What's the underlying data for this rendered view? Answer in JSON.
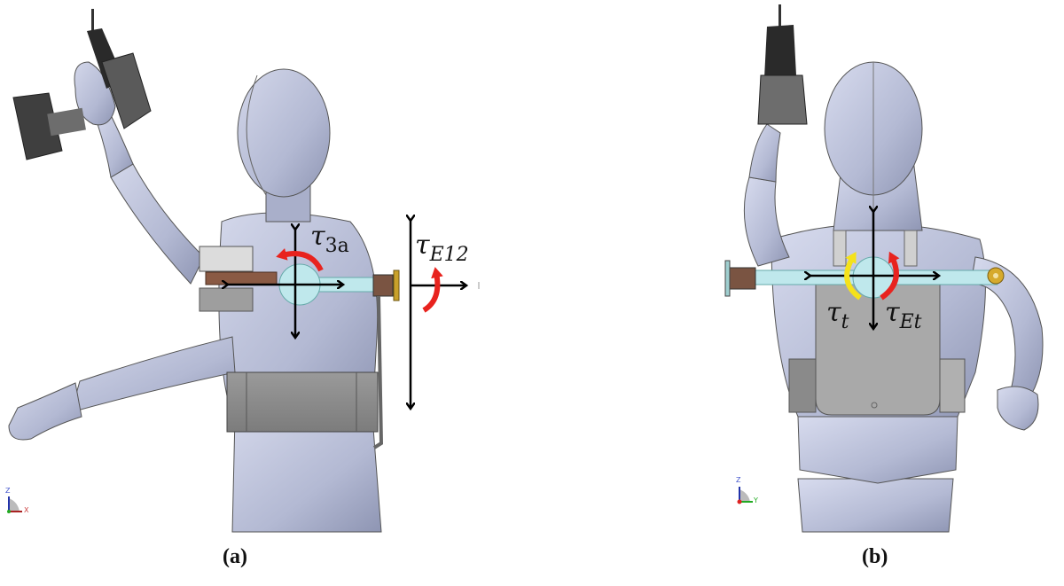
{
  "figure": {
    "panels": [
      {
        "id": "a",
        "caption": "(a)",
        "view": "side view",
        "torques": [
          {
            "symbol": "τ",
            "subscript": "3a",
            "arrow_color": "#e8231e"
          },
          {
            "symbol": "τ",
            "subscript": "E12",
            "arrow_color": "#e8231e"
          }
        ],
        "axis_triad": {
          "up": "Z",
          "right": "X"
        }
      },
      {
        "id": "b",
        "caption": "(b)",
        "view": "back view",
        "torques": [
          {
            "symbol": "τ",
            "subscript": "t",
            "arrow_color": "#f4e21b"
          },
          {
            "symbol": "τ",
            "subscript": "Et",
            "arrow_color": "#e8231e"
          }
        ],
        "axis_triad": {
          "up": "Z",
          "right": "Y"
        }
      }
    ],
    "colors": {
      "mannequin": "#b7bdd6",
      "mannequin_shadow": "#8f96b4",
      "exo_bar": "#bfe8ec",
      "belt": "#8d8d8d",
      "bracket": "#8a5a44",
      "red_torque": "#e8231e",
      "yellow_torque": "#f4e21b",
      "axes": "#000000"
    }
  }
}
